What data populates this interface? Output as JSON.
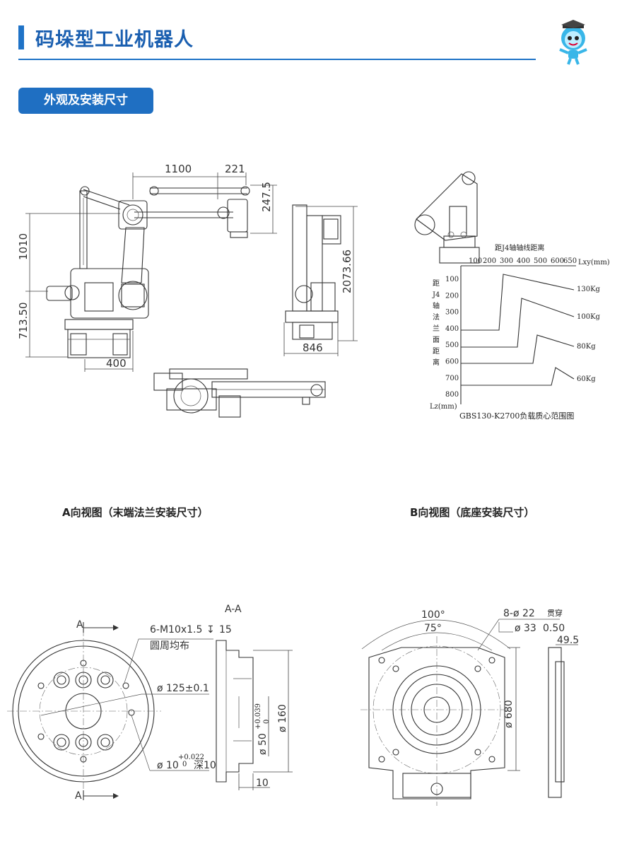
{
  "header": {
    "title": "码垛型工业机器人",
    "section_tab": "外观及安装尺寸"
  },
  "side_view": {
    "dims": {
      "d1100": "1100",
      "d221": "221",
      "d247": "247.5",
      "d1010": "1010",
      "d713": "713.50",
      "d400": "400"
    }
  },
  "front_view": {
    "dims": {
      "d2073": "2073.66",
      "d846": "846"
    }
  },
  "load_chart": {
    "top_label": "距J4轴轴线距离",
    "x_ticks": [
      "100",
      "200",
      "300",
      "400",
      "500",
      "600",
      "650"
    ],
    "x_unit": "Lxy(mm)",
    "y_label_chars": [
      "距",
      "J4",
      "轴",
      "法",
      "兰",
      "面",
      "距",
      "离"
    ],
    "y_ticks": [
      "100",
      "200",
      "300",
      "400",
      "500",
      "600",
      "700",
      "800"
    ],
    "y_unit": "Lz(mm)",
    "loads": [
      "130Kg",
      "100Kg",
      "80Kg",
      "60Kg"
    ],
    "caption": "GBS130-K2700负载质心范围图"
  },
  "captions": {
    "view_a": "A向视图（末端法兰安装尺寸）",
    "view_b": "B向视图（底座安装尺寸）"
  },
  "flange": {
    "section_label": "A-A",
    "a_mark": "A",
    "a_mark_bottom": "A",
    "thread_spec": "6-M10x1.5",
    "thread_depth_sym": "↧",
    "thread_depth": "15",
    "thread_note": "圆周均布",
    "pcd": "ø 125±0.1",
    "pin_hole": "ø 10",
    "pin_tol_up": "+0.022",
    "pin_tol_dn": "0",
    "pin_depth": "深10",
    "d160": "ø 160",
    "d50": "ø 50",
    "d50_tol_up": "+0.039",
    "d50_tol_dn": "0",
    "d10": "10"
  },
  "base": {
    "angle100": "100°",
    "angle75": "75°",
    "holes": "8-ø 22",
    "holes_note": "贯穿",
    "counterbore": "ø 33",
    "cb_depth": "0.50",
    "d680": "ø 680",
    "d49": "49.5"
  }
}
